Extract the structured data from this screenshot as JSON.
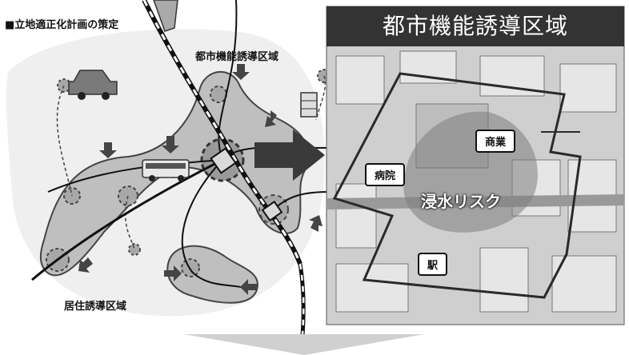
{
  "heading": "■立地適正化計画の策定",
  "left_map": {
    "urban_function_area_label": "都市機能誘導区域",
    "residential_area_label": "居住誘導区域"
  },
  "right_panel": {
    "title": "都市機能誘導区域",
    "labels": {
      "commerce": "商業",
      "hospital": "病院",
      "station": "駅",
      "flood_risk": "浸水リスク"
    }
  },
  "colors": {
    "area_fill": "#bfbfbf",
    "outline": "#444444",
    "title_bar": "#333333",
    "arrow": "#3a3a3a",
    "bottom_arrow": "#d0d0d0"
  }
}
